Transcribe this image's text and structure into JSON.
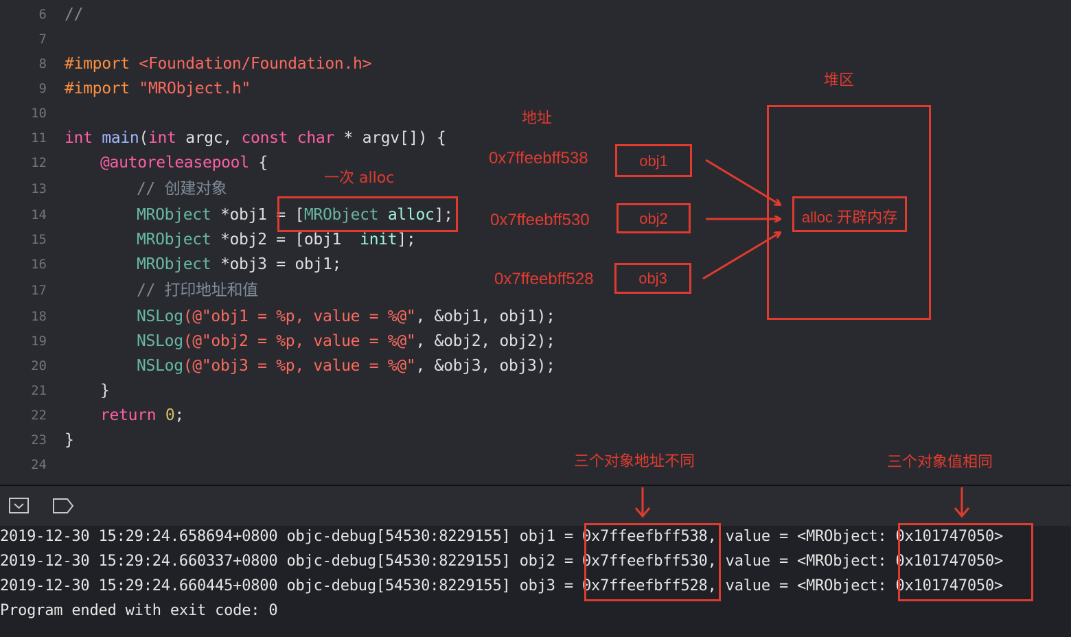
{
  "editor": {
    "line_numbers": [
      "6",
      "7",
      "8",
      "9",
      "10",
      "11",
      "12",
      "13",
      "14",
      "15",
      "16",
      "17",
      "18",
      "19",
      "20",
      "21",
      "22",
      "23",
      "24"
    ],
    "lines": {
      "l6": "//",
      "l8_kw": "#import",
      "l8_str": "<Foundation/Foundation.h>",
      "l9_kw": "#import",
      "l9_str": "\"MRObject.h\"",
      "l11_int1": "int",
      "l11_main": "main",
      "l11_p1": "(",
      "l11_int2": "int",
      "l11_p2": " argc, ",
      "l11_const": "const",
      "l11_char": "char",
      "l11_p3": " * argv[]) {",
      "l12_pool": "@autoreleasepool",
      "l12_brace": " {",
      "l13": "// 创建对象",
      "l14_cls": "MRObject",
      "l14_p1": " *obj1 = [",
      "l14_cls2": "MRObject",
      "l14_method": "alloc",
      "l14_end": "];",
      "l15_cls": "MRObject",
      "l15_p1": " *obj2 = [obj1  ",
      "l15_method": "init",
      "l15_end": "];",
      "l16_cls": "MRObject",
      "l16_p1": " *obj3 = obj1;",
      "l17": "// 打印地址和值",
      "l18_fn": "NSLog",
      "l18_at": "(@",
      "l18_str": "\"obj1 = %p, value = %@\"",
      "l18_args": ", &obj1, obj1);",
      "l19_fn": "NSLog",
      "l19_at": "(@",
      "l19_str": "\"obj2 = %p, value = %@\"",
      "l19_args": ", &obj2, obj2);",
      "l20_fn": "NSLog",
      "l20_at": "(@",
      "l20_str": "\"obj3 = %p, value = %@\"",
      "l20_args": ", &obj3, obj3);",
      "l21": "}",
      "l22_kw": "return",
      "l22_num": "0",
      "l22_end": ";",
      "l23": "}"
    }
  },
  "annotations": {
    "heap_label": "堆区",
    "address_label": "地址",
    "once_alloc": "一次 alloc",
    "addr1": "0x7ffeebff538",
    "addr2": "0x7ffeebff530",
    "addr3": "0x7ffeebff528",
    "obj1": "obj1",
    "obj2": "obj2",
    "obj3": "obj3",
    "alloc_memory": "alloc 开辟内存",
    "addresses_differ": "三个对象地址不同",
    "values_same": "三个对象值相同"
  },
  "toolbar": {
    "icons": [
      "hide-console-icon",
      "breakpoint-icon"
    ]
  },
  "console": {
    "lines": [
      {
        "prefix": "2019-12-30 15:29:24.658694+0800 objc-debug[54530:8229155] obj1 = ",
        "addr": "0x7ffeefbff538",
        "mid": ", value = <MRObject: ",
        "val": "0x101747050>"
      },
      {
        "prefix": "2019-12-30 15:29:24.660337+0800 objc-debug[54530:8229155] obj2 = ",
        "addr": "0x7ffeefbff530",
        "mid": ", value = <MRObject: ",
        "val": "0x101747050>"
      },
      {
        "prefix": "2019-12-30 15:29:24.660445+0800 objc-debug[54530:8229155] obj3 = ",
        "addr": "0x7ffeefbff528",
        "mid": ", value = <MRObject: ",
        "val": "0x101747050>"
      }
    ],
    "exit_line": "Program ended with exit code: 0"
  },
  "colors": {
    "annotation_red": "#e03b2e",
    "editor_bg": "#292a30",
    "console_bg": "#202126"
  }
}
